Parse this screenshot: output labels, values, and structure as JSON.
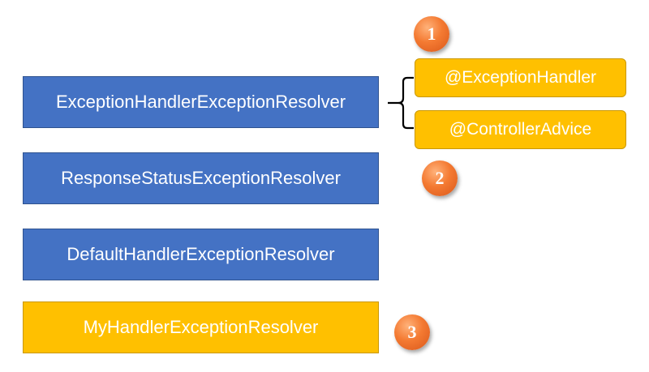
{
  "resolvers": [
    {
      "label": "ExceptionHandlerExceptionResolver"
    },
    {
      "label": "ResponseStatusExceptionResolver"
    },
    {
      "label": "DefaultHandlerExceptionResolver"
    },
    {
      "label": "MyHandlerExceptionResolver"
    }
  ],
  "annotations": [
    {
      "label": "@ExceptionHandler"
    },
    {
      "label": "@ControllerAdvice"
    }
  ],
  "badges": [
    {
      "label": "1"
    },
    {
      "label": "2"
    },
    {
      "label": "3"
    }
  ],
  "colors": {
    "resolver_blue": "#4472c4",
    "custom_yellow": "#ffc000",
    "badge_orange": "#f47a32"
  }
}
